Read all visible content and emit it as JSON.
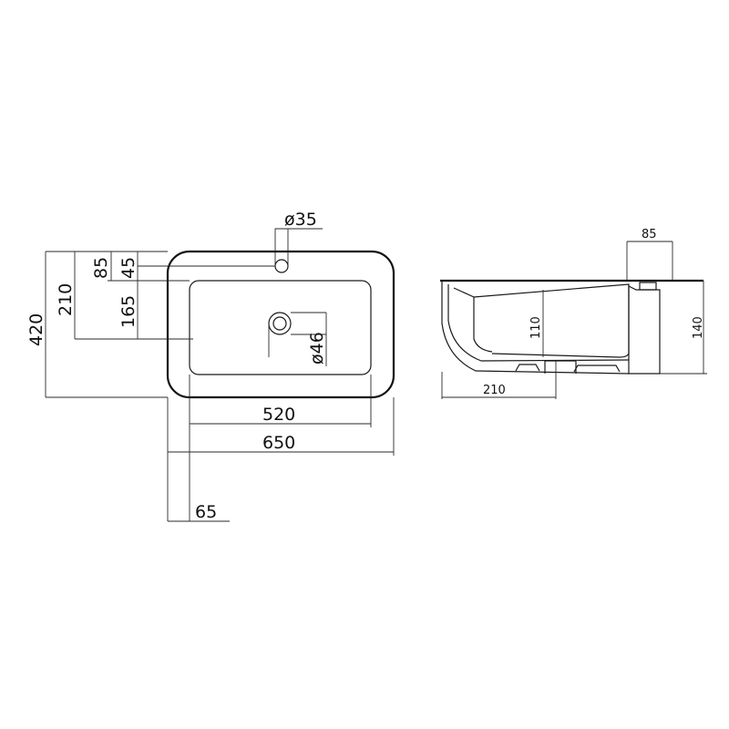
{
  "plan_view": {
    "dims": {
      "tap_hole": "ø35",
      "drain": "ø46",
      "total_depth": "420",
      "bowl_offset": "210",
      "rim_top": "85",
      "tap_offset": "45",
      "bowl_to_drain": "165",
      "bowl_width": "520",
      "total_width": "650",
      "rim_side": "65"
    }
  },
  "side_view": {
    "dims": {
      "top_width": "85",
      "inner_depth": "110",
      "total_height": "140",
      "bottom_width": "210"
    }
  },
  "colors": {
    "line": "#1a1a1a",
    "background": "#ffffff"
  }
}
